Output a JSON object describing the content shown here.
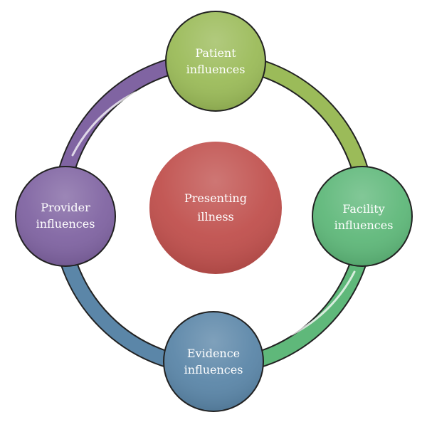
{
  "center": {
    "line1": "Presenting",
    "line2": "illness",
    "color": "#c0504d"
  },
  "nodes": [
    {
      "id": "patient",
      "line1": "Patient",
      "line2": "influences",
      "color": "#9bbb59"
    },
    {
      "id": "facility",
      "line1": "Facility",
      "line2": "influences",
      "color": "#5fb87a"
    },
    {
      "id": "evidence",
      "line1": "Evidence",
      "line2": "influences",
      "color": "#5b86a8"
    },
    {
      "id": "provider",
      "line1": "Provider",
      "line2": "influences",
      "color": "#8064a2"
    }
  ],
  "arcs": [
    {
      "id": "patient-facility",
      "color": "#9bbb59"
    },
    {
      "id": "facility-evidence",
      "color": "#5fb87a"
    },
    {
      "id": "evidence-provider",
      "color": "#5b86a8"
    },
    {
      "id": "provider-patient",
      "color": "#8064a2"
    }
  ]
}
